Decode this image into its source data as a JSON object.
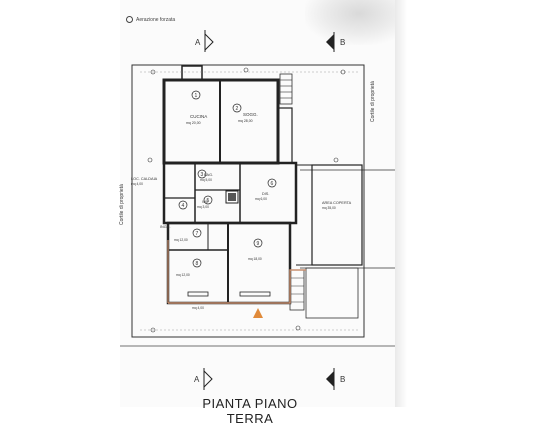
{
  "title": "PIANTA PIANO TERRA",
  "legend_label": "Aerazione forzata",
  "section_markers": [
    {
      "id": "A",
      "label": "A"
    },
    {
      "id": "B",
      "label": "B"
    }
  ],
  "street_labels": {
    "left": "Cortile di proprietà",
    "right": "Cortile di proprietà"
  },
  "rooms": [
    {
      "id": "cucina",
      "label": "CUCINA",
      "area": "mq 20,00"
    },
    {
      "id": "soggiorno",
      "label": "SOGG.",
      "area": "mq 28,00"
    },
    {
      "id": "loc_caldaia",
      "label": "LOC. CALDAIA",
      "area": "mq 4,00"
    },
    {
      "id": "bagno",
      "label": "BAG.",
      "area": "mq 5,00"
    },
    {
      "id": "wc",
      "label": "WC",
      "area": "mq 3,00"
    },
    {
      "id": "disimpegno",
      "label": "DIS.",
      "area": "mq 6,00"
    },
    {
      "id": "ingresso",
      "label": "INGR.",
      "area": "mq 12,00"
    },
    {
      "id": "camera",
      "label": "",
      "area": "mq 12,00"
    },
    {
      "id": "camera2",
      "label": "",
      "area": "mq 18,00"
    },
    {
      "id": "ripostiglio",
      "label": "",
      "area": "mq 4,00"
    },
    {
      "id": "box",
      "label": "AREA COPERTA",
      "area": "mq 35,00"
    }
  ],
  "room_numbers": [
    "1",
    "2",
    "3",
    "4",
    "5",
    "6",
    "7",
    "8",
    "9"
  ],
  "colors": {
    "wall": "#222222",
    "section_line": "#c89070",
    "marker": "#e08a3a"
  }
}
